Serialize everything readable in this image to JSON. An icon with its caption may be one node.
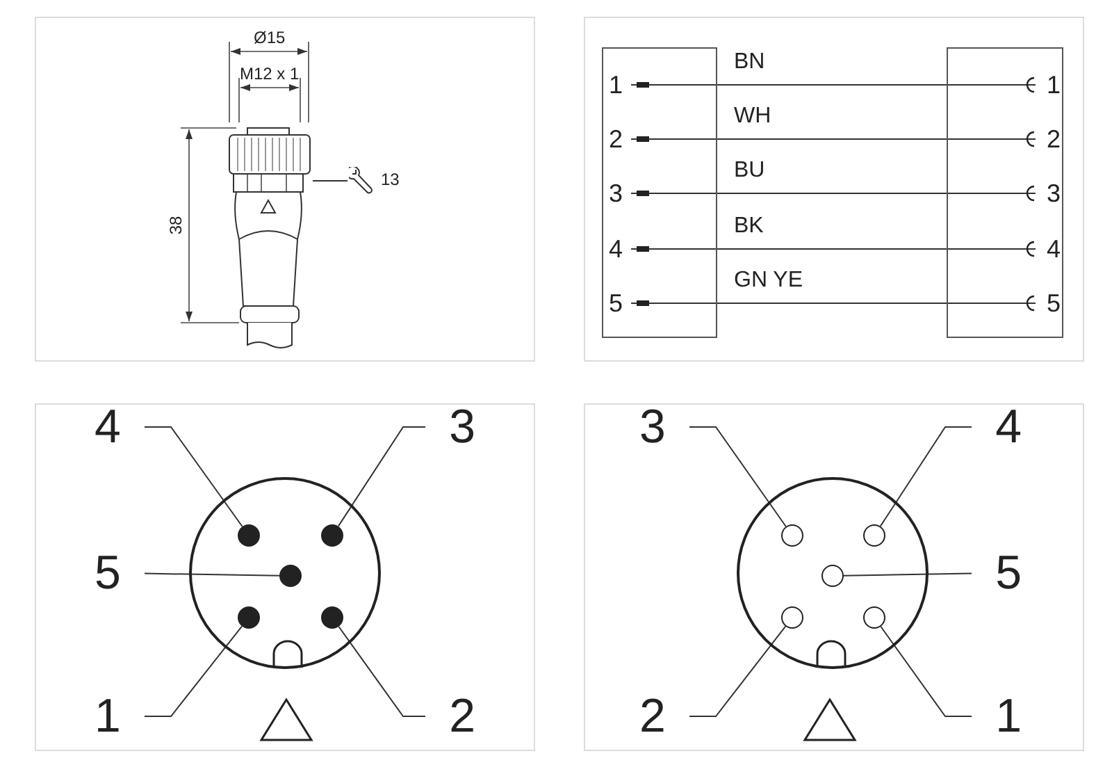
{
  "diagram": {
    "nodes": [
      {
        "text": [],
        "shape": "box"
      },
      {
        "text": [],
        "shape": "box"
      },
      {
        "text": [
          "1"
        ],
        "in": 0
      },
      {
        "text": [
          "2"
        ],
        "in": 0
      },
      {
        "text": [
          "3"
        ],
        "in": 0
      },
      {
        "text": [
          "4"
        ],
        "in": 0
      },
      {
        "text": [
          "5"
        ],
        "in": 0
      },
      {
        "text": [
          "1"
        ],
        "in": 1
      },
      {
        "text": [
          "2"
        ],
        "in": 1
      },
      {
        "text": [
          "3"
        ],
        "in": 1
      },
      {
        "text": [
          "4"
        ],
        "in": 1
      },
      {
        "text": [
          "5"
        ],
        "in": 1
      },
      {
        "text": [],
        "shape": "circle"
      },
      {
        "text": [
          "4"
        ]
      },
      {
        "text": [
          "3"
        ]
      },
      {
        "text": [
          "5"
        ]
      },
      {
        "text": [
          "1"
        ]
      },
      {
        "text": [
          "2"
        ]
      },
      {
        "text": [],
        "shape": "circle",
        "in": 12
      },
      {
        "text": [],
        "shape": "circle",
        "in": 12
      },
      {
        "text": [],
        "shape": "circle",
        "in": 12
      },
      {
        "text": [],
        "shape": "circle",
        "in": 12
      },
      {
        "text": [],
        "shape": "circle",
        "in": 12
      },
      {
        "text": [],
        "shape": "circle"
      },
      {
        "text": [
          "3"
        ]
      },
      {
        "text": [
          "4"
        ]
      },
      {
        "text": [
          "5"
        ]
      },
      {
        "text": [
          "2"
        ]
      },
      {
        "text": [
          "1"
        ]
      },
      {
        "text": [],
        "shape": "circle",
        "in": 23
      },
      {
        "text": [],
        "shape": "circle",
        "in": 23
      },
      {
        "text": [],
        "shape": "circle",
        "in": 23
      },
      {
        "text": [],
        "shape": "circle",
        "in": 23
      },
      {
        "text": [],
        "shape": "circle",
        "in": 23
      },
      {
        "text": [
          "13"
        ]
      },
      {
        "text": [],
        "shape": "picture"
      }
    ],
    "edges": [
      {
        "from": 2,
        "to": 7,
        "arrow": "other",
        "label": "BN"
      },
      {
        "from": 3,
        "to": 8,
        "arrow": "other",
        "label": "WH"
      },
      {
        "from": 4,
        "to": 9,
        "arrow": "other",
        "label": "BU"
      },
      {
        "from": 5,
        "to": 10,
        "arrow": "other",
        "label": "BK"
      },
      {
        "from": 6,
        "to": 11,
        "arrow": "other",
        "label": "GN YE"
      },
      {
        "from": 13,
        "to": 18,
        "arrow": "none"
      },
      {
        "from": 14,
        "to": 19,
        "arrow": "none"
      },
      {
        "from": 15,
        "to": 20,
        "arrow": "none"
      },
      {
        "from": 16,
        "to": 21,
        "arrow": "none"
      },
      {
        "from": 17,
        "to": 22,
        "arrow": "none"
      },
      {
        "from": 24,
        "to": 29,
        "arrow": "none"
      },
      {
        "from": 25,
        "to": 30,
        "arrow": "none"
      },
      {
        "from": 26,
        "to": 31,
        "arrow": "none"
      },
      {
        "from": 27,
        "to": 32,
        "arrow": "none"
      },
      {
        "from": 28,
        "to": 33,
        "arrow": "none"
      },
      {
        "from": 34,
        "to": 35,
        "arrow": "none"
      }
    ],
    "labels": [
      "Ø15",
      "M12 x 1",
      "38"
    ]
  }
}
